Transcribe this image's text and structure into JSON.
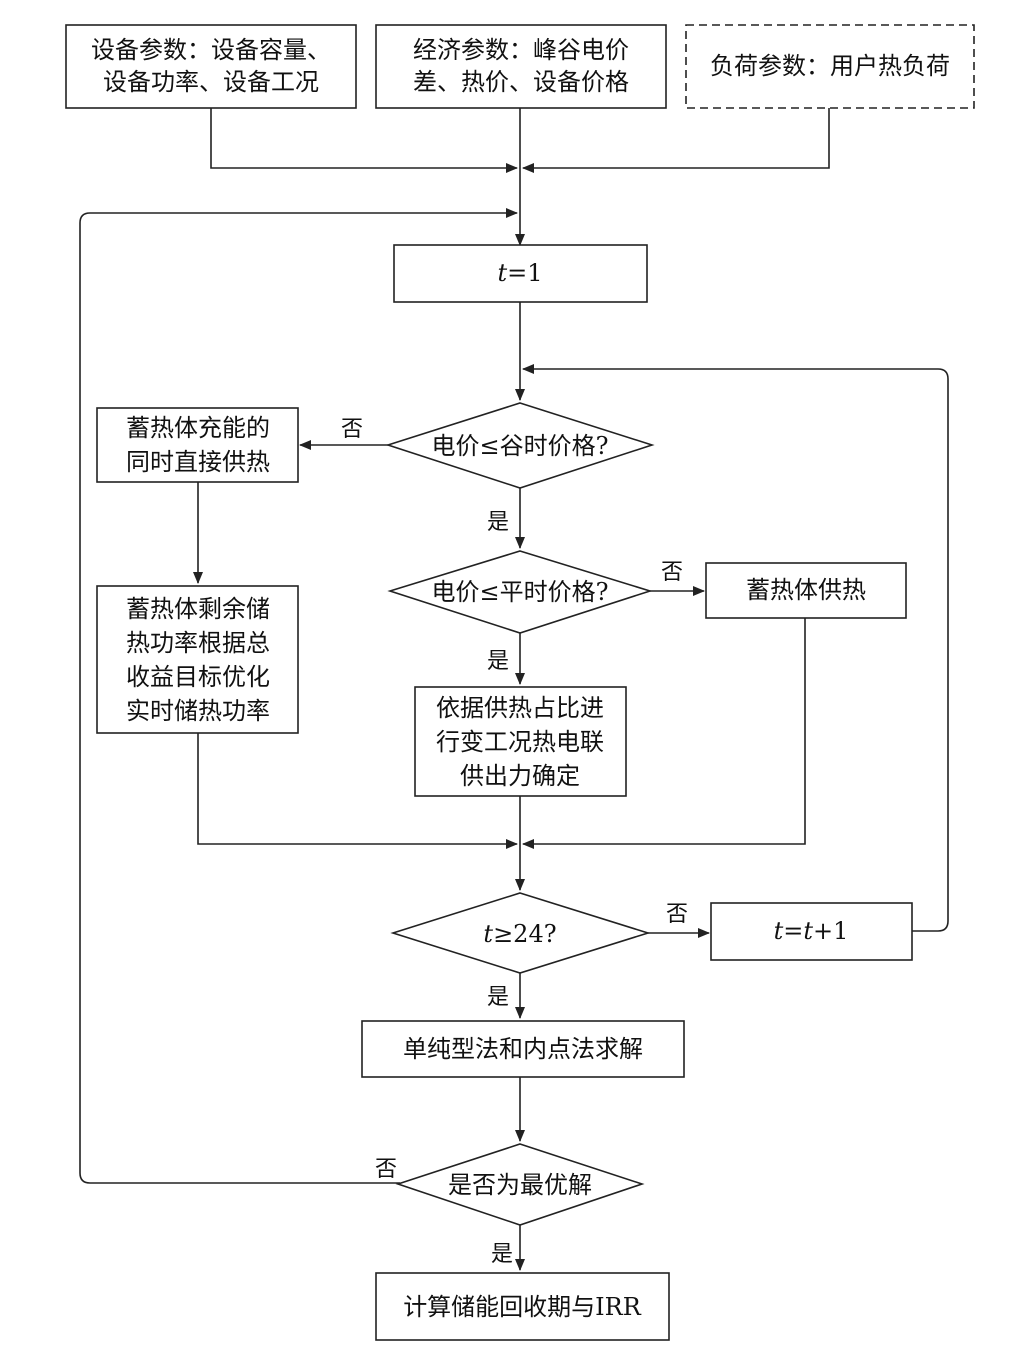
{
  "nodes": {
    "equip_params": [
      "设备参数：设备容量、",
      "设备功率、设备工况"
    ],
    "econ_params": [
      "经济参数：峰谷电价",
      "差、热价、设备价格"
    ],
    "load_params": [
      "负荷参数：用户热负荷"
    ],
    "t_init": [
      "t=1"
    ],
    "dec_valley": [
      "电价≤谷时价格?"
    ],
    "storage_charge": [
      "蓄热体充能的",
      "同时直接供热"
    ],
    "dec_flat": [
      "电价≤平时价格?"
    ],
    "storage_supply": [
      "蓄热体供热"
    ],
    "storage_opt": [
      "蓄热体剩余储",
      "热功率根据总",
      "收益目标优化",
      "实时储热功率"
    ],
    "chp_output": [
      "依据供热占比进",
      "行变工况热电联",
      "供出力确定"
    ],
    "dec_t24": [
      "t≥24?"
    ],
    "t_incr": [
      "t=t+1"
    ],
    "solve": [
      "单纯型法和内点法求解"
    ],
    "dec_optimal": [
      "是否为最优解"
    ],
    "calc_result": [
      "计算储能回收期与IRR"
    ]
  },
  "labels": {
    "no_valley": "否",
    "yes_valley": "是",
    "no_flat": "否",
    "yes_flat": "是",
    "no_t24": "否",
    "yes_t24": "是",
    "no_optimal": "否",
    "yes_optimal": "是"
  }
}
